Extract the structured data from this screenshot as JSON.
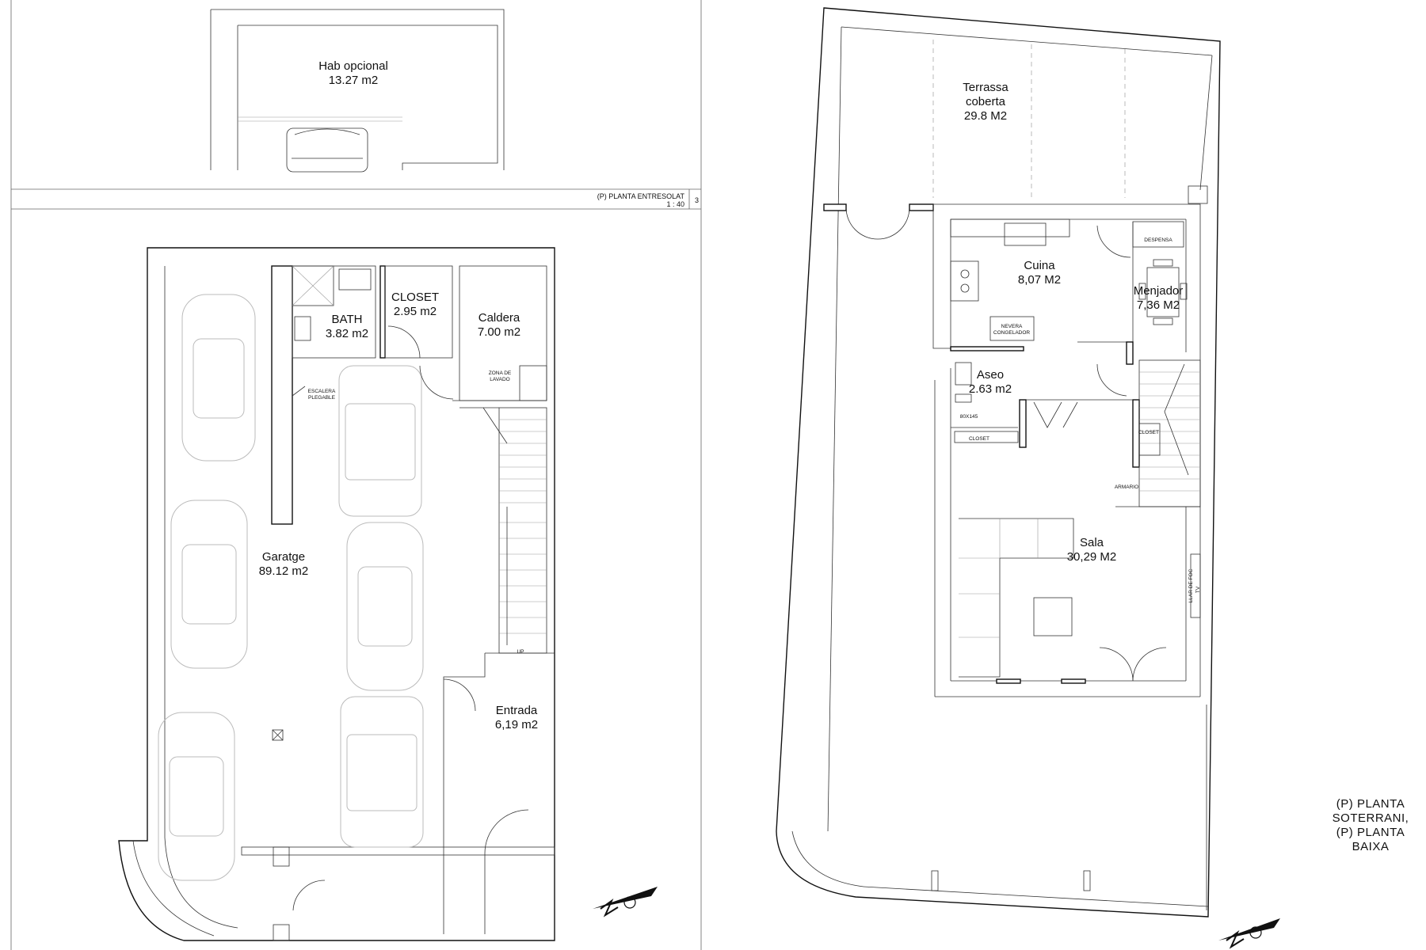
{
  "sheet_mezzanine": {
    "title": "(P) PLANTA ENTRESOLAT",
    "scale": "1 : 40",
    "sheet_no": "3",
    "rooms": [
      {
        "name": "Hab opcional",
        "area": "13.27 m2"
      }
    ]
  },
  "sheet_basement": {
    "rooms": [
      {
        "name": "BATH",
        "area": "3.82 m2"
      },
      {
        "name": "CLOSET",
        "area": "2.95 m2"
      },
      {
        "name": "Caldera",
        "area": "7.00 m2"
      },
      {
        "name": "Garatge",
        "area": "89.12 m2"
      },
      {
        "name": "Entrada",
        "area": "6,19 m2"
      }
    ],
    "labels": {
      "zona_lavado_1": "ZONA DE",
      "zona_lavado_2": "LAVADO",
      "escalera_1": "ESCALERA",
      "escalera_2": "PLEGABLE",
      "up": "UP"
    }
  },
  "sheet_ground": {
    "rooms": [
      {
        "name": "Terrassa",
        "name2": "coberta",
        "area": "29.8 M2"
      },
      {
        "name": "Cuina",
        "area": "8,07 M2"
      },
      {
        "name": "Menjador",
        "area": "7,36 M2"
      },
      {
        "name": "Aseo",
        "area": "2.63 m2"
      },
      {
        "name": "Sala",
        "area": "30,29 M2"
      }
    ],
    "labels": {
      "despensa": "DESPENSA",
      "nevera_1": "NEVERA",
      "nevera_2": "CONGELADOR",
      "size": "80X145",
      "closet_1": "CLOSET",
      "closet_2": "CLOSET",
      "armario": "ARMARIO",
      "llar": "LLAR DE FOC",
      "tv": "TV"
    }
  },
  "drawing_title": {
    "line1": "(P) PLANTA",
    "line2": "SOTERRANI,",
    "line3": "(P) PLANTA",
    "line4": "BAIXA"
  }
}
